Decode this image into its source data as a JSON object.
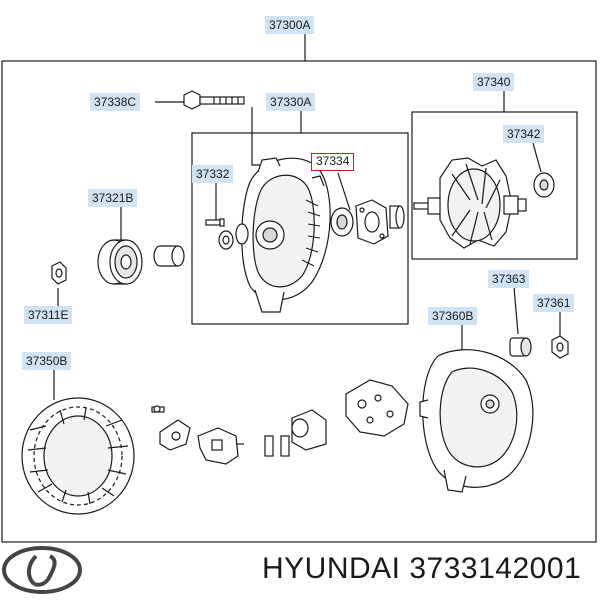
{
  "labels": {
    "p37300A": "37300A",
    "p37338C": "37338C",
    "p37330A": "37330A",
    "p37340": "37340",
    "p37342": "37342",
    "p37332": "37332",
    "p37334": "37334",
    "p37321B": "37321B",
    "p37311E": "37311E",
    "p37363": "37363",
    "p37361": "37361",
    "p37360B": "37360B",
    "p37350B": "37350B"
  },
  "highlighted_part": "37334",
  "brand": {
    "text": "HYUNDAI 3733142001",
    "logo": "hyundai-logo"
  },
  "colors": {
    "label_bg": "#cfe3f3",
    "highlight_border": "#d11a1a",
    "line": "#1a1a1a"
  }
}
